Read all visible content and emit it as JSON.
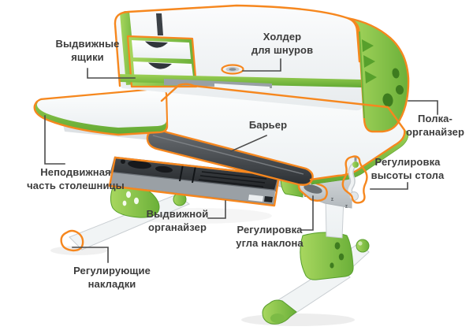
{
  "figure": {
    "kind": "labeled product diagram",
    "language": "ru"
  },
  "labels": {
    "drawers": {
      "line1": "Выдвижные",
      "line2": "ящики"
    },
    "cable_holder": {
      "line1": "Холдер",
      "line2": "для шнуров"
    },
    "shelf_organizer": {
      "line1": "Полка-",
      "line2": "органайзер"
    },
    "barrier": {
      "line1": "Барьер"
    },
    "fixed_tabletop": {
      "line1": "Неподвижная",
      "line2": "часть столешницы"
    },
    "pullout_organizer": {
      "line1": "Выдвижной",
      "line2": "органайзер"
    },
    "tilt_adjustment": {
      "line1": "Регулировка",
      "line2": "угла наклона"
    },
    "height_adjustment": {
      "line1": "Регулировка",
      "line2": "высоты стола"
    },
    "adjusting_pads": {
      "line1": "Регулирующие",
      "line2": "накладки"
    }
  },
  "colors": {
    "accent_orange": "#F6871E",
    "green": "#8CC63F",
    "green_dark": "#57A02C",
    "hole_green": "#3E7C1F",
    "text": "#3C3C3C",
    "callout_line": "#4A4A4A",
    "tray_dark": "#303438",
    "metal_gray": "#C7CCD0",
    "background": "#FFFFFF"
  }
}
